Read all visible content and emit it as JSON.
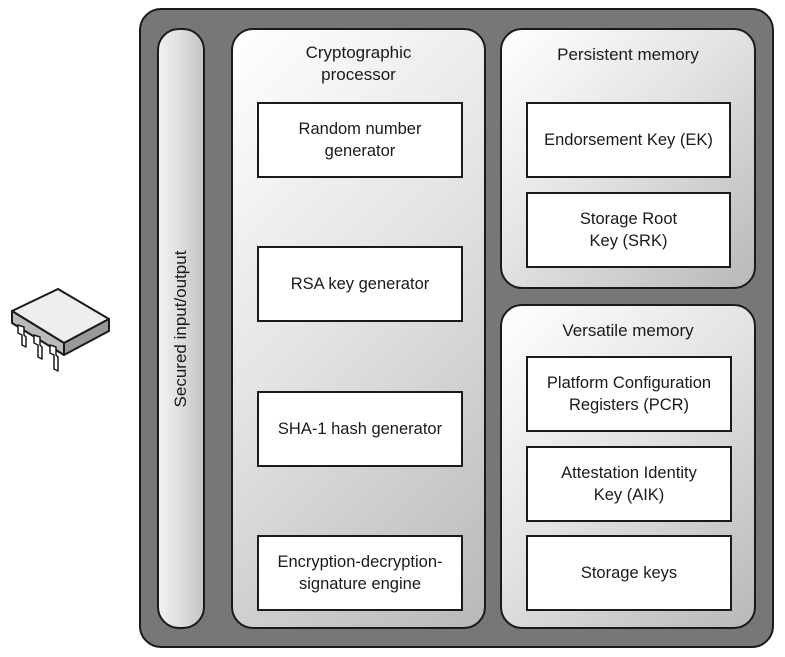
{
  "io": {
    "label": "Secured input/output"
  },
  "crypto": {
    "title": "Cryptographic\nprocessor",
    "items": [
      "Random number\ngenerator",
      "RSA key generator",
      "SHA-1 hash generator",
      "Encryption-decryption-\nsignature engine"
    ]
  },
  "persistent": {
    "title": "Persistent memory",
    "items": [
      "Endorsement Key (EK)",
      "Storage Root\nKey (SRK)"
    ]
  },
  "versatile": {
    "title": "Versatile memory",
    "items": [
      "Platform Configuration\nRegisters (PCR)",
      "Attestation Identity\nKey (AIK)",
      "Storage keys"
    ]
  },
  "colors": {
    "outer_fill": "#777777",
    "panel_light": "#ffffff",
    "panel_dark": "#b8b8b8",
    "stroke": "#1a1a1a"
  },
  "icons": {
    "chip": "chip-icon"
  }
}
